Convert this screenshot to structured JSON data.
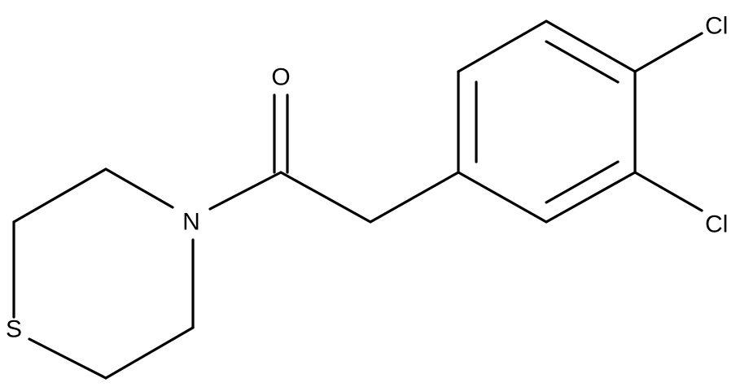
{
  "molecule": {
    "atoms": {
      "oxygen": "O",
      "nitrogen": "N",
      "sulfur": "S",
      "chlorine_top": "Cl",
      "chlorine_bottom": "Cl"
    }
  },
  "colors": {
    "bond": "#000000",
    "label": "#000000",
    "background": "#ffffff"
  }
}
